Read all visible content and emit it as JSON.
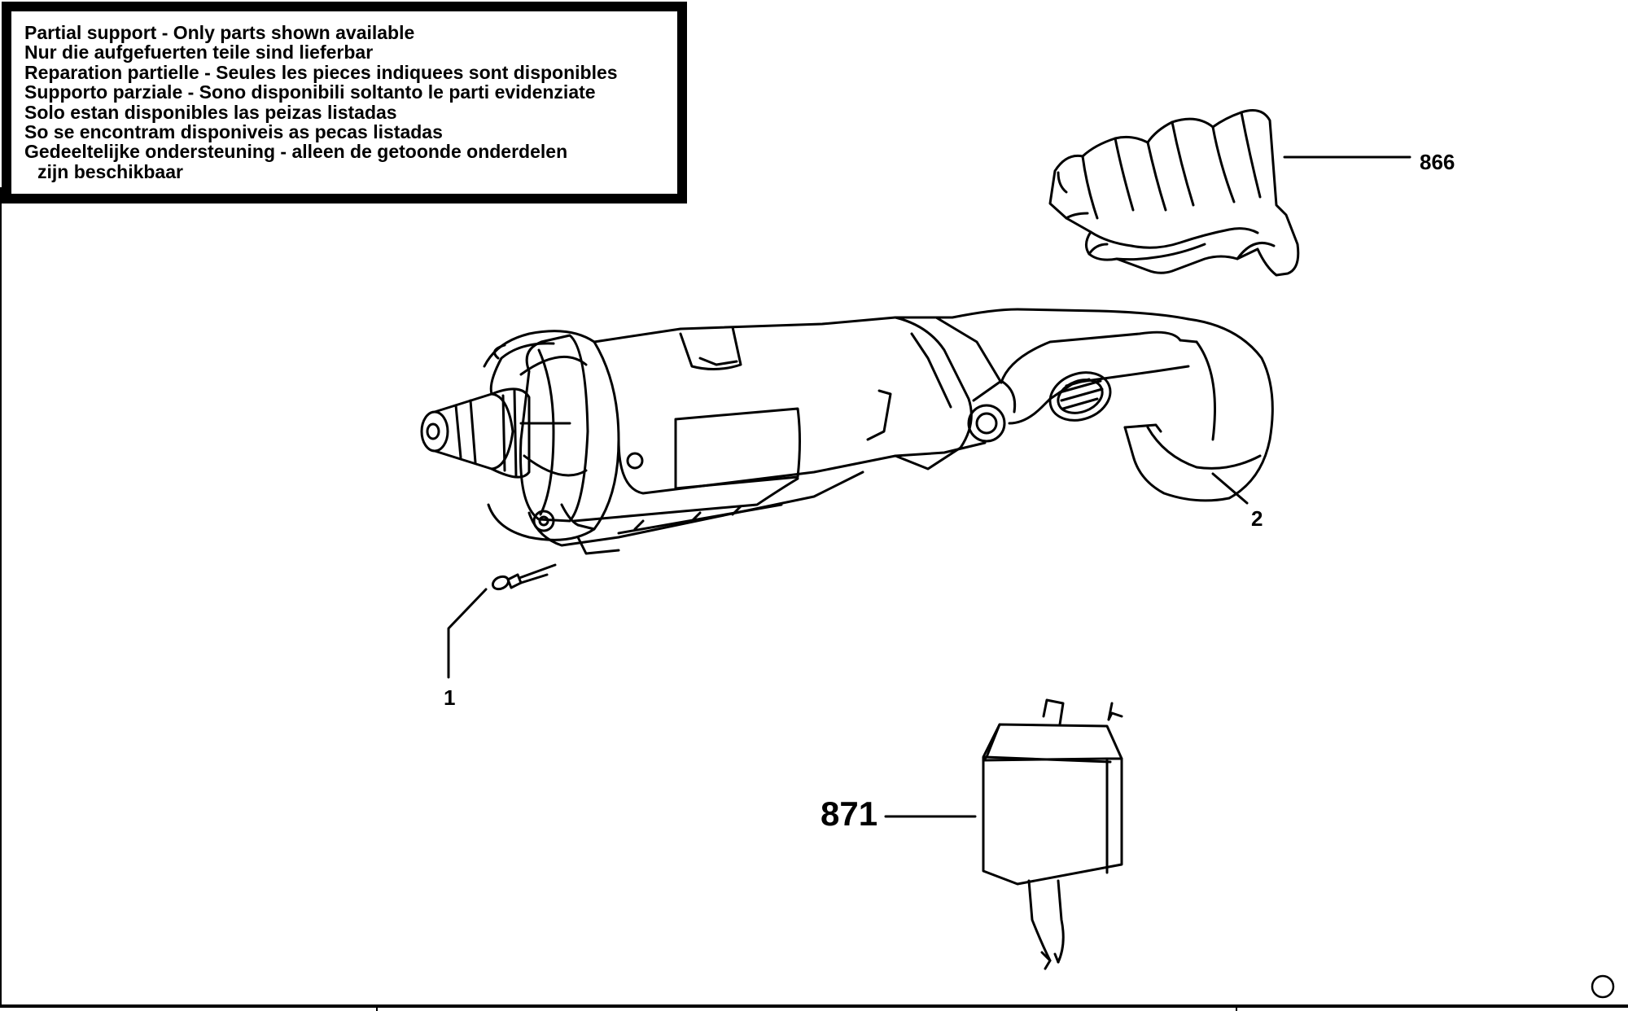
{
  "notice": {
    "lines": [
      "Partial support - Only parts shown available",
      "Nur die aufgefuerten teile sind lieferbar",
      "Reparation partielle - Seules les pieces indiquees sont disponibles",
      "Supporto parziale - Sono disponibili soltanto le parti evidenziate",
      "Solo estan disponibles las peizas listadas",
      "So se encontram disponiveis as pecas listadas",
      "Gedeeltelijke ondersteuning - alleen de getoonde onderdelen",
      "zijn beschikbaar"
    ]
  },
  "references": {
    "battery_pack": "866",
    "housing": "2",
    "bulb": "1",
    "charger": "871"
  },
  "copyright": "©",
  "colors": {
    "ink": "#000000",
    "paper": "#ffffff"
  }
}
